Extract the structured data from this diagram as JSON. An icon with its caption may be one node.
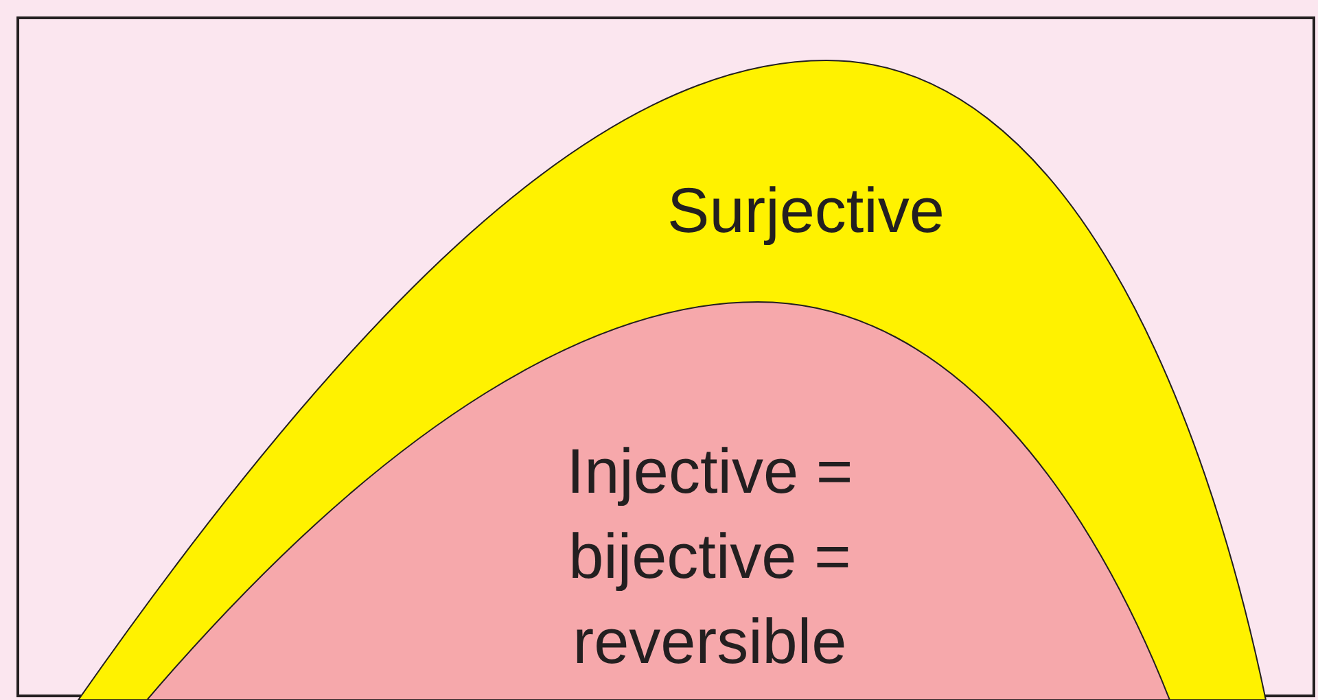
{
  "diagram": {
    "nodes": [
      {
        "text": [],
        "shape": "box"
      },
      {
        "text": [
          "Surjective"
        ],
        "in": 0
      },
      {
        "text": [
          "Injective = bijective = reversible"
        ],
        "in": 1
      }
    ]
  }
}
